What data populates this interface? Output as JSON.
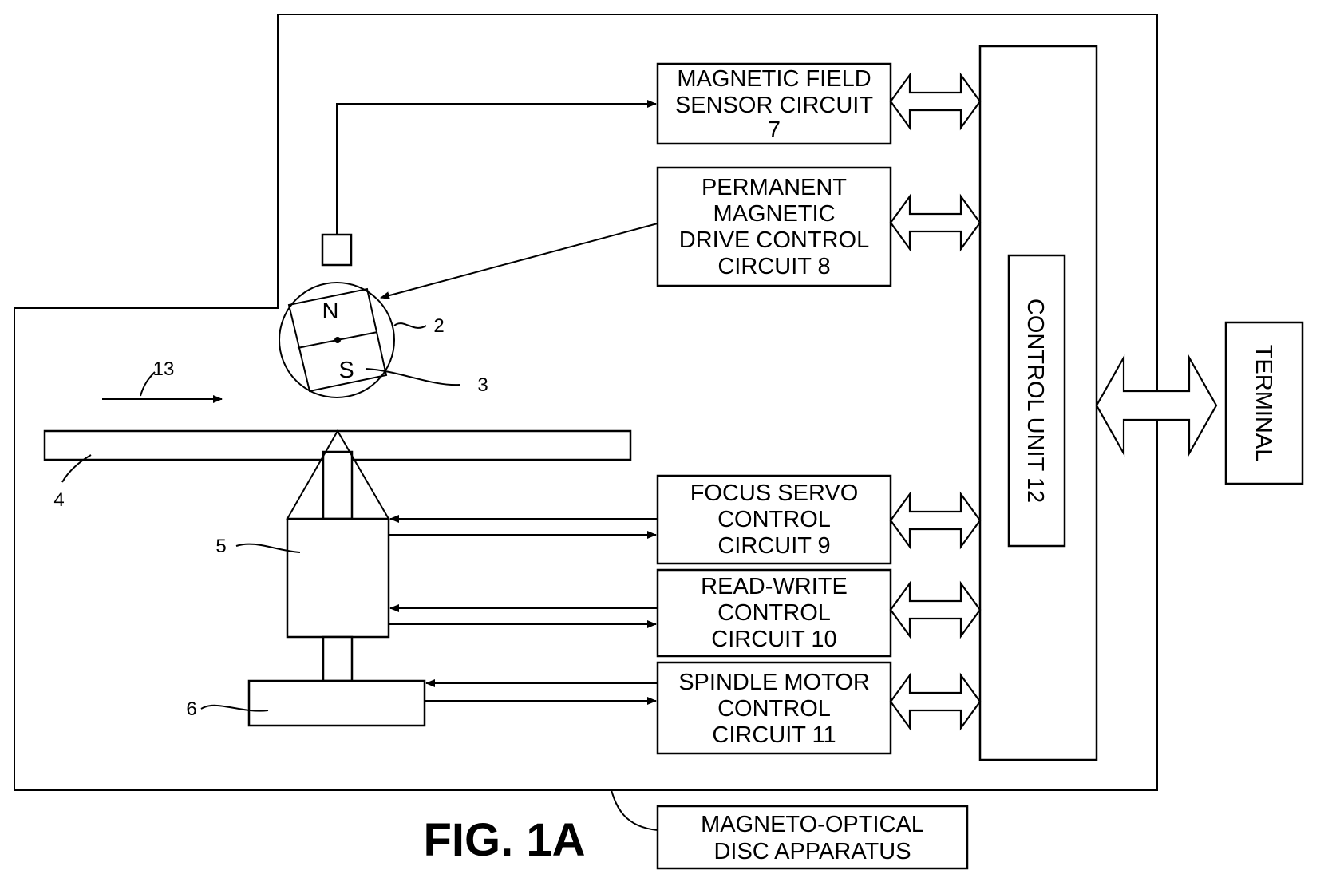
{
  "figure_title": "FIG. 1A",
  "apparatus_label": [
    "MAGNETO-OPTICAL",
    "DISC APPARATUS"
  ],
  "terminal_label": "TERMINAL",
  "control_unit_label": "CONTROL UNIT 12",
  "blocks": {
    "magnetic_field_sensor": [
      "MAGNETIC FIELD",
      "SENSOR CIRCUIT",
      "7"
    ],
    "permanent_magnetic_drive": [
      "PERMANENT",
      "MAGNETIC",
      "DRIVE CONTROL",
      "CIRCUIT 8"
    ],
    "focus_servo": [
      "FOCUS SERVO",
      "CONTROL",
      "CIRCUIT 9"
    ],
    "read_write": [
      "READ-WRITE",
      "CONTROL",
      "CIRCUIT 10"
    ],
    "spindle_motor": [
      "SPINDLE MOTOR",
      "CONTROL",
      "CIRCUIT 11"
    ]
  },
  "magnet_poles": {
    "north": "N",
    "south": "S"
  },
  "reference_numerals": {
    "magnet_assembly": "2",
    "permanent_magnet": "3",
    "disc": "4",
    "optical_head": "5",
    "spindle_motor": "6",
    "rotation_direction": "13"
  }
}
